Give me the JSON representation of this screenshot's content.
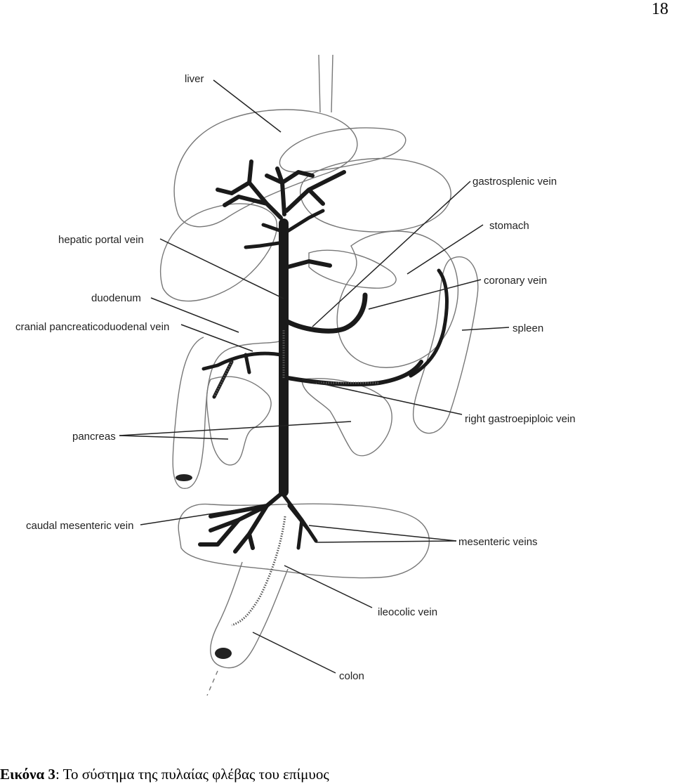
{
  "page_number": "18",
  "labels": {
    "liver": "liver",
    "gastrosplenic_vein": "gastrosplenic vein",
    "stomach": "stomach",
    "hepatic_portal_vein": "hepatic portal vein",
    "coronary_vein": "coronary vein",
    "duodenum": "duodenum",
    "spleen": "spleen",
    "cranial_pancreaticoduodenal_vein": "cranial pancreaticoduodenal vein",
    "right_gastroepiploic_vein": "right gastroepiploic vein",
    "pancreas": "pancreas",
    "caudal_mesenteric_vein": "caudal mesenteric vein",
    "mesenteric_veins": "mesenteric veins",
    "ileocolic_vein": "ileocolic vein",
    "colon": "colon"
  },
  "caption": {
    "prefix": "Εικόνα 3",
    "text": ": Το σύστημα της πυλαίας φλέβας του επίμυος"
  }
}
